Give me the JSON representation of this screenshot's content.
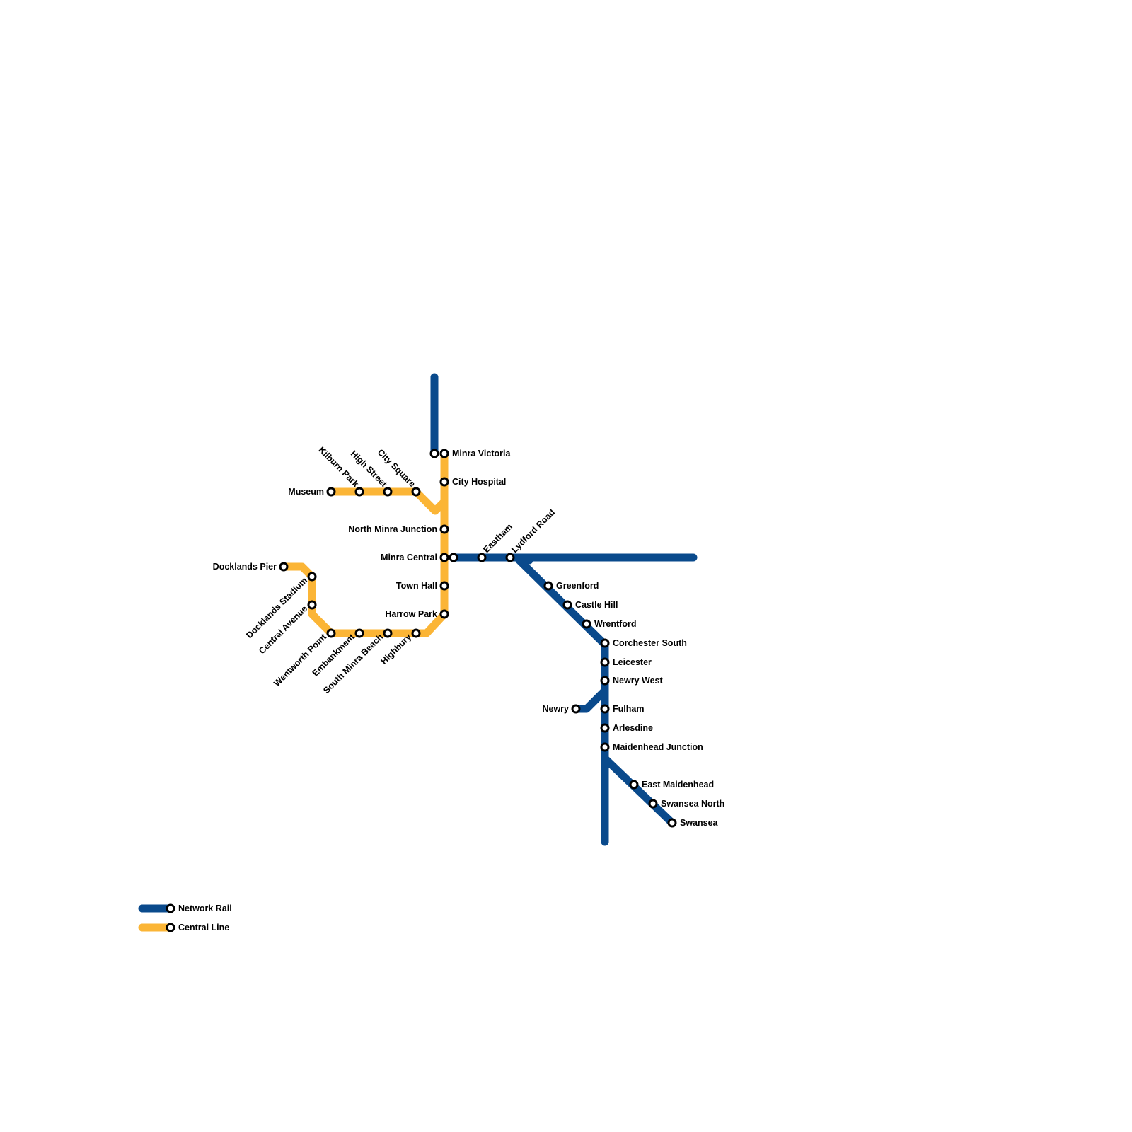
{
  "lines": [
    {
      "id": "network-rail",
      "name": "Network Rail",
      "color": "#0a4a8c"
    },
    {
      "id": "central-line",
      "name": "Central Line",
      "color": "#fbb536"
    }
  ],
  "stations": {
    "museum": "Museum",
    "kilburn_park": "Kilburn Park",
    "high_street": "High Street",
    "city_square": "City Square",
    "minra_victoria": "Minra Victoria",
    "city_hospital": "City Hospital",
    "north_minra_junction": "North Minra Junction",
    "minra_central": "Minra Central",
    "town_hall": "Town Hall",
    "harrow_park": "Harrow Park",
    "docklands_pier": "Docklands Pier",
    "docklands_stadium": "Docklands Stadium",
    "central_avenue": "Central Avenue",
    "wentworth_point": "Wentworth Point",
    "embankment": "Embankment",
    "south_minra_beach": "South Minra Beach",
    "highbury": "Highbury",
    "eastham": "Eastham",
    "lydford_road": "Lydford Road",
    "greenford": "Greenford",
    "castle_hill": "Castle Hill",
    "wrentford": "Wrentford",
    "corchester_south": "Corchester South",
    "leicester": "Leicester",
    "newry_west": "Newry West",
    "newry": "Newry",
    "fulham": "Fulham",
    "arlesdine": "Arlesdine",
    "maidenhead_junction": "Maidenhead Junction",
    "east_maidenhead": "East Maidenhead",
    "swansea_north": "Swansea North",
    "swansea": "Swansea"
  },
  "legend": {
    "network_rail": "Network Rail",
    "central_line": "Central Line"
  }
}
